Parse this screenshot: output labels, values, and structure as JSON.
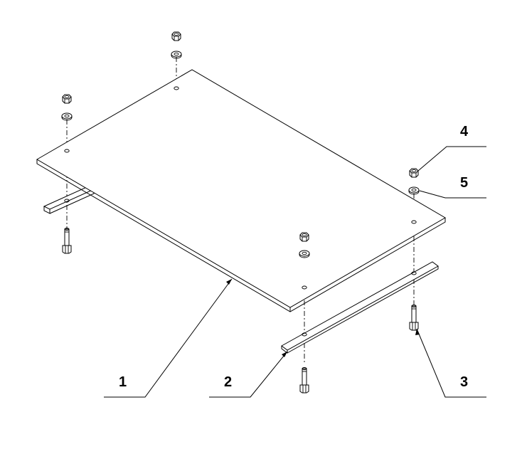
{
  "callouts": [
    {
      "id": "1",
      "label": "1"
    },
    {
      "id": "2",
      "label": "2"
    },
    {
      "id": "3",
      "label": "3"
    },
    {
      "id": "4",
      "label": "4"
    },
    {
      "id": "5",
      "label": "5"
    }
  ],
  "parts": [
    {
      "name": "plate",
      "callout": "1"
    },
    {
      "name": "flat-bar",
      "callout": "2"
    },
    {
      "name": "bolt",
      "callout": "3"
    },
    {
      "name": "nut",
      "callout": "4"
    },
    {
      "name": "washer",
      "callout": "5"
    }
  ],
  "colors": {
    "line": "#000000",
    "background": "#ffffff"
  }
}
